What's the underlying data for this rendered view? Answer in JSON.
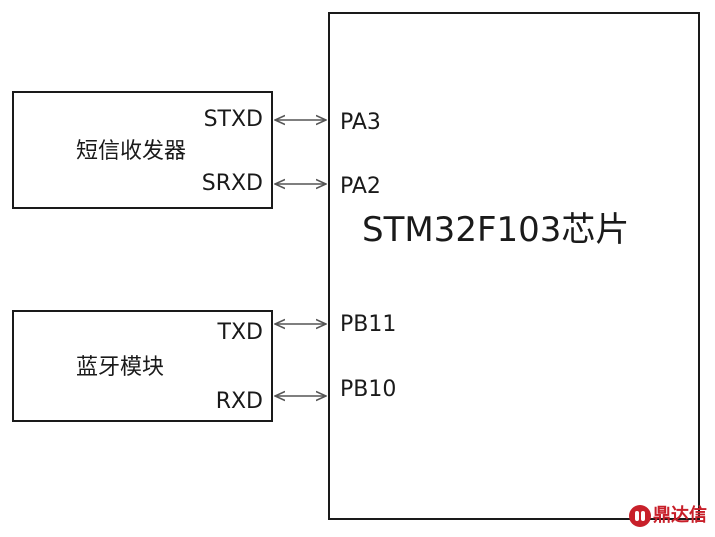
{
  "modules": {
    "sms": {
      "name": "短信收发器",
      "pins": [
        "STXD",
        "SRXD"
      ]
    },
    "bluetooth": {
      "name": "蓝牙模块",
      "pins": [
        "TXD",
        "RXD"
      ]
    }
  },
  "chip": {
    "name": "STM32F103芯片",
    "pins": [
      "PA3",
      "PA2",
      "PB11",
      "PB10"
    ]
  },
  "connections": [
    {
      "from": "STXD",
      "to": "PA3"
    },
    {
      "from": "SRXD",
      "to": "PA2"
    },
    {
      "from": "TXD",
      "to": "PB11"
    },
    {
      "from": "RXD",
      "to": "PB10"
    }
  ],
  "watermark": {
    "text": "鼎达信"
  }
}
